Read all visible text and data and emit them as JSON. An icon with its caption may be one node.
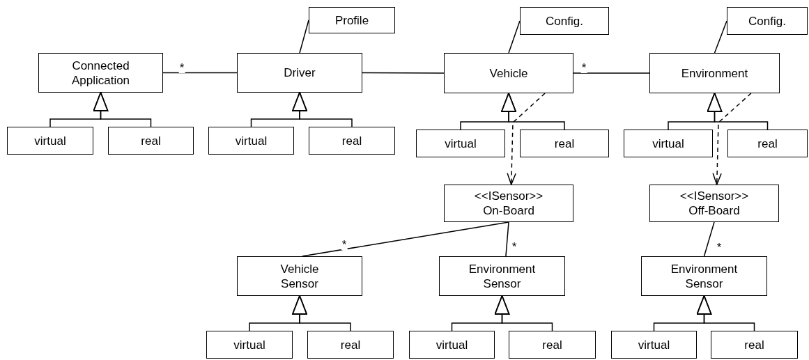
{
  "diagram": {
    "nodes": [
      {
        "text": [
          "Connected Application"
        ]
      },
      {
        "text": [
          "virtual"
        ]
      },
      {
        "text": [
          "real"
        ]
      },
      {
        "text": [
          "Profile"
        ]
      },
      {
        "text": [
          "Driver"
        ]
      },
      {
        "text": [
          "virtual"
        ]
      },
      {
        "text": [
          "real"
        ]
      },
      {
        "text": [
          "Config."
        ]
      },
      {
        "text": [
          "Vehicle"
        ]
      },
      {
        "text": [
          "virtual"
        ]
      },
      {
        "text": [
          "real"
        ]
      },
      {
        "text": [
          "Config."
        ]
      },
      {
        "text": [
          "Environment"
        ]
      },
      {
        "text": [
          "virtual"
        ]
      },
      {
        "text": [
          "real"
        ]
      },
      {
        "text": [
          "<<ISensor>>",
          "On-Board"
        ]
      },
      {
        "text": [
          "<<ISensor>>",
          "Off-Board"
        ]
      },
      {
        "text": [
          "Vehicle Sensor"
        ]
      },
      {
        "text": [
          "virtual"
        ]
      },
      {
        "text": [
          "real"
        ]
      },
      {
        "text": [
          "Environment Sensor"
        ]
      },
      {
        "text": [
          "virtual"
        ]
      },
      {
        "text": [
          "real"
        ]
      },
      {
        "text": [
          "Environment Sensor"
        ]
      },
      {
        "text": [
          "virtual"
        ]
      },
      {
        "text": [
          "real"
        ]
      }
    ],
    "edges": [
      {
        "from": 0,
        "to": 4,
        "arrow": "none",
        "label": "*"
      },
      {
        "from": 1,
        "to": 0,
        "arrow": "to"
      },
      {
        "from": 2,
        "to": 0,
        "arrow": "to"
      },
      {
        "from": 4,
        "to": 3,
        "arrow": "none"
      },
      {
        "from": 5,
        "to": 4,
        "arrow": "to"
      },
      {
        "from": 6,
        "to": 4,
        "arrow": "to"
      },
      {
        "from": 4,
        "to": 8,
        "arrow": "none"
      },
      {
        "from": 8,
        "to": 7,
        "arrow": "none"
      },
      {
        "from": 9,
        "to": 8,
        "arrow": "to"
      },
      {
        "from": 10,
        "to": 8,
        "arrow": "to"
      },
      {
        "from": 8,
        "to": 12,
        "arrow": "none",
        "label": "*"
      },
      {
        "from": 12,
        "to": 11,
        "arrow": "none"
      },
      {
        "from": 13,
        "to": 12,
        "arrow": "to"
      },
      {
        "from": 14,
        "to": 12,
        "arrow": "to"
      },
      {
        "from": 8,
        "to": 15,
        "arrow": "to",
        "style": "dashed"
      },
      {
        "from": 12,
        "to": 16,
        "arrow": "to",
        "style": "dashed"
      },
      {
        "from": 15,
        "to": 17,
        "arrow": "none",
        "label": "*"
      },
      {
        "from": 15,
        "to": 20,
        "arrow": "none",
        "label": "*"
      },
      {
        "from": 16,
        "to": 23,
        "arrow": "none",
        "label": "*"
      },
      {
        "from": 18,
        "to": 17,
        "arrow": "to"
      },
      {
        "from": 19,
        "to": 17,
        "arrow": "to"
      },
      {
        "from": 21,
        "to": 20,
        "arrow": "to"
      },
      {
        "from": 22,
        "to": 20,
        "arrow": "to"
      },
      {
        "from": 24,
        "to": 23,
        "arrow": "to"
      },
      {
        "from": 25,
        "to": 23,
        "arrow": "to"
      }
    ]
  }
}
